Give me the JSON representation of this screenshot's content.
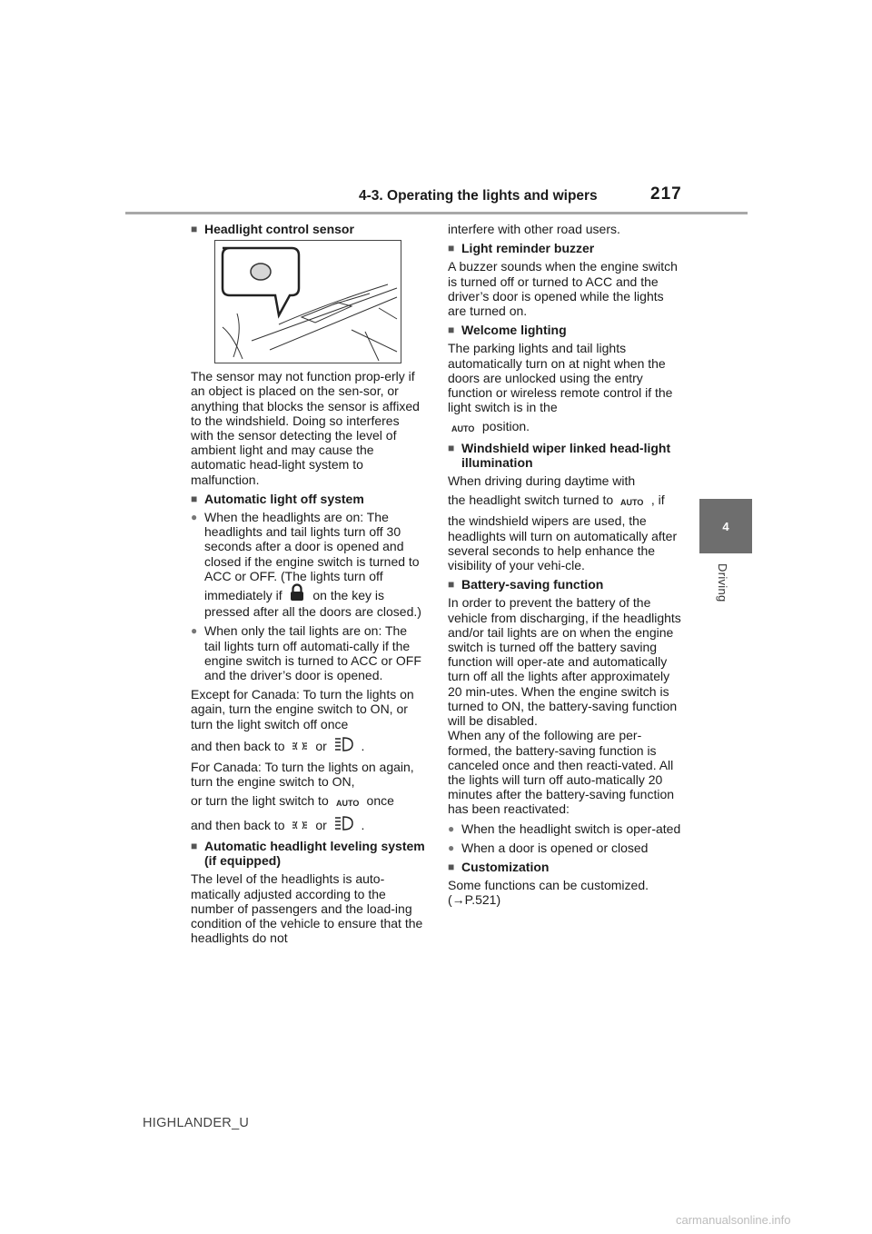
{
  "header": {
    "section_title": "4-3. Operating the lights and wipers",
    "page_number": "217"
  },
  "side_tab": {
    "chapter_number": "4",
    "chapter_label": "Driving"
  },
  "left": {
    "h1": "Headlight control sensor",
    "p1": "The sensor may not function prop-erly if an object is placed on the sen-sor, or anything that blocks the sensor is affixed to the windshield. Doing so interferes with the sensor detecting the level of ambient light and may cause the automatic head-light system to malfunction.",
    "h2": "Automatic light off system",
    "b1_before": "When the headlights are on: The headlights and tail lights turn off 30 seconds after a door is opened and closed if the engine switch is turned to ACC or OFF. (The lights turn off immediately if",
    "b1_after": "on the key is pressed after all the doors are closed.)",
    "b2": "When only the tail lights are on: The tail lights turn off automati-cally if the engine switch is turned to ACC or OFF and the driver’s door is opened.",
    "p2": "Except for Canada: To turn the lights on again, turn the engine switch to ON, or turn the light switch off once",
    "p3_a": "and then back to",
    "p3_or": "or",
    "p3_end": ".",
    "p4": "For Canada: To turn the lights on again, turn the engine switch to ON,",
    "p5_a": "or turn the light switch to",
    "p5_b": "once",
    "p6_a": "and then back to",
    "p6_or": "or",
    "p6_end": ".",
    "h3": "Automatic headlight leveling system (if equipped)",
    "p7": "The level of the headlights is auto-matically adjusted according to the number of passengers and the load-ing condition of the vehicle to ensure that the headlights do not"
  },
  "right": {
    "p1": "interfere with other road users.",
    "h1": "Light reminder buzzer",
    "p2": "A buzzer sounds when the engine switch is turned off or turned to ACC and the driver’s door is opened while the lights are turned on.",
    "h2": "Welcome lighting",
    "p3": "The parking lights and tail lights automatically turn on at night when the doors are unlocked using the entry function or wireless remote control if the light switch is in the",
    "p4": "position.",
    "h3": "Windshield wiper linked head-light illumination",
    "p5": "When driving during daytime with",
    "p6_a": "the headlight switch turned to",
    "p6_b": ", if",
    "p7": "the windshield wipers are used, the headlights will turn on automatically after several seconds to help enhance the visibility of your vehi-cle.",
    "h4": "Battery-saving function",
    "p8": "In order to prevent the battery of the vehicle from discharging, if the headlights and/or tail lights are on when the engine switch is turned off the battery saving function will oper-ate and automatically turn off all the lights after approximately 20 min-utes. When the engine switch is turned to ON, the battery-saving function will be disabled.",
    "p9": "When any of the following are per-formed, the battery-saving function is canceled once and then reacti-vated. All the lights will turn off auto-matically 20 minutes after the battery-saving function has been reactivated:",
    "b1": "When the headlight switch is oper-ated",
    "b2": "When a door is opened or closed",
    "h5": "Customization",
    "p10": "Some functions can be customized.",
    "p11_open": "(",
    "p11_arrow": "→",
    "p11_ref": "P.521)"
  },
  "icons": {
    "auto_text": "AUTO"
  },
  "footer": {
    "model": "HIGHLANDER_U"
  },
  "watermark": "carmanualsonline.info"
}
